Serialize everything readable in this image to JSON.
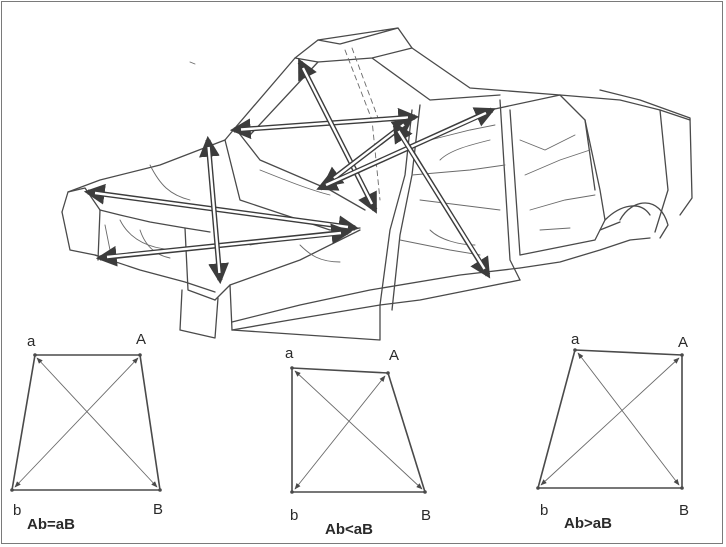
{
  "diagrams": [
    {
      "corner_labels": {
        "top_left": "a",
        "top_right": "A",
        "bottom_left": "b",
        "bottom_right": "B"
      },
      "caption": "Ab=aB"
    },
    {
      "corner_labels": {
        "top_left": "a",
        "top_right": "A",
        "bottom_left": "b",
        "bottom_right": "B"
      },
      "caption": "Ab<aB"
    },
    {
      "corner_labels": {
        "top_left": "a",
        "top_right": "A",
        "bottom_left": "b",
        "bottom_right": "B"
      },
      "caption": "Ab>aB"
    }
  ]
}
